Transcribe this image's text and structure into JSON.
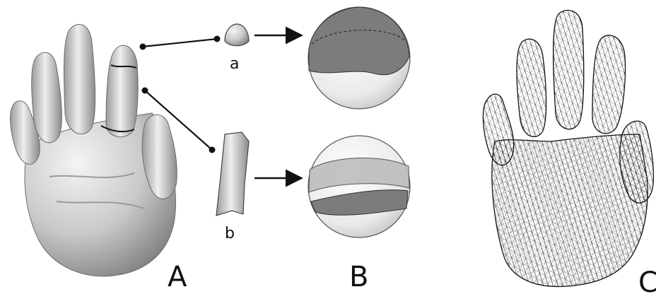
{
  "panels": {
    "a_label": "A",
    "b_label": "B",
    "c_label": "C"
  },
  "patches": {
    "a_label": "a",
    "b_label": "b"
  }
}
